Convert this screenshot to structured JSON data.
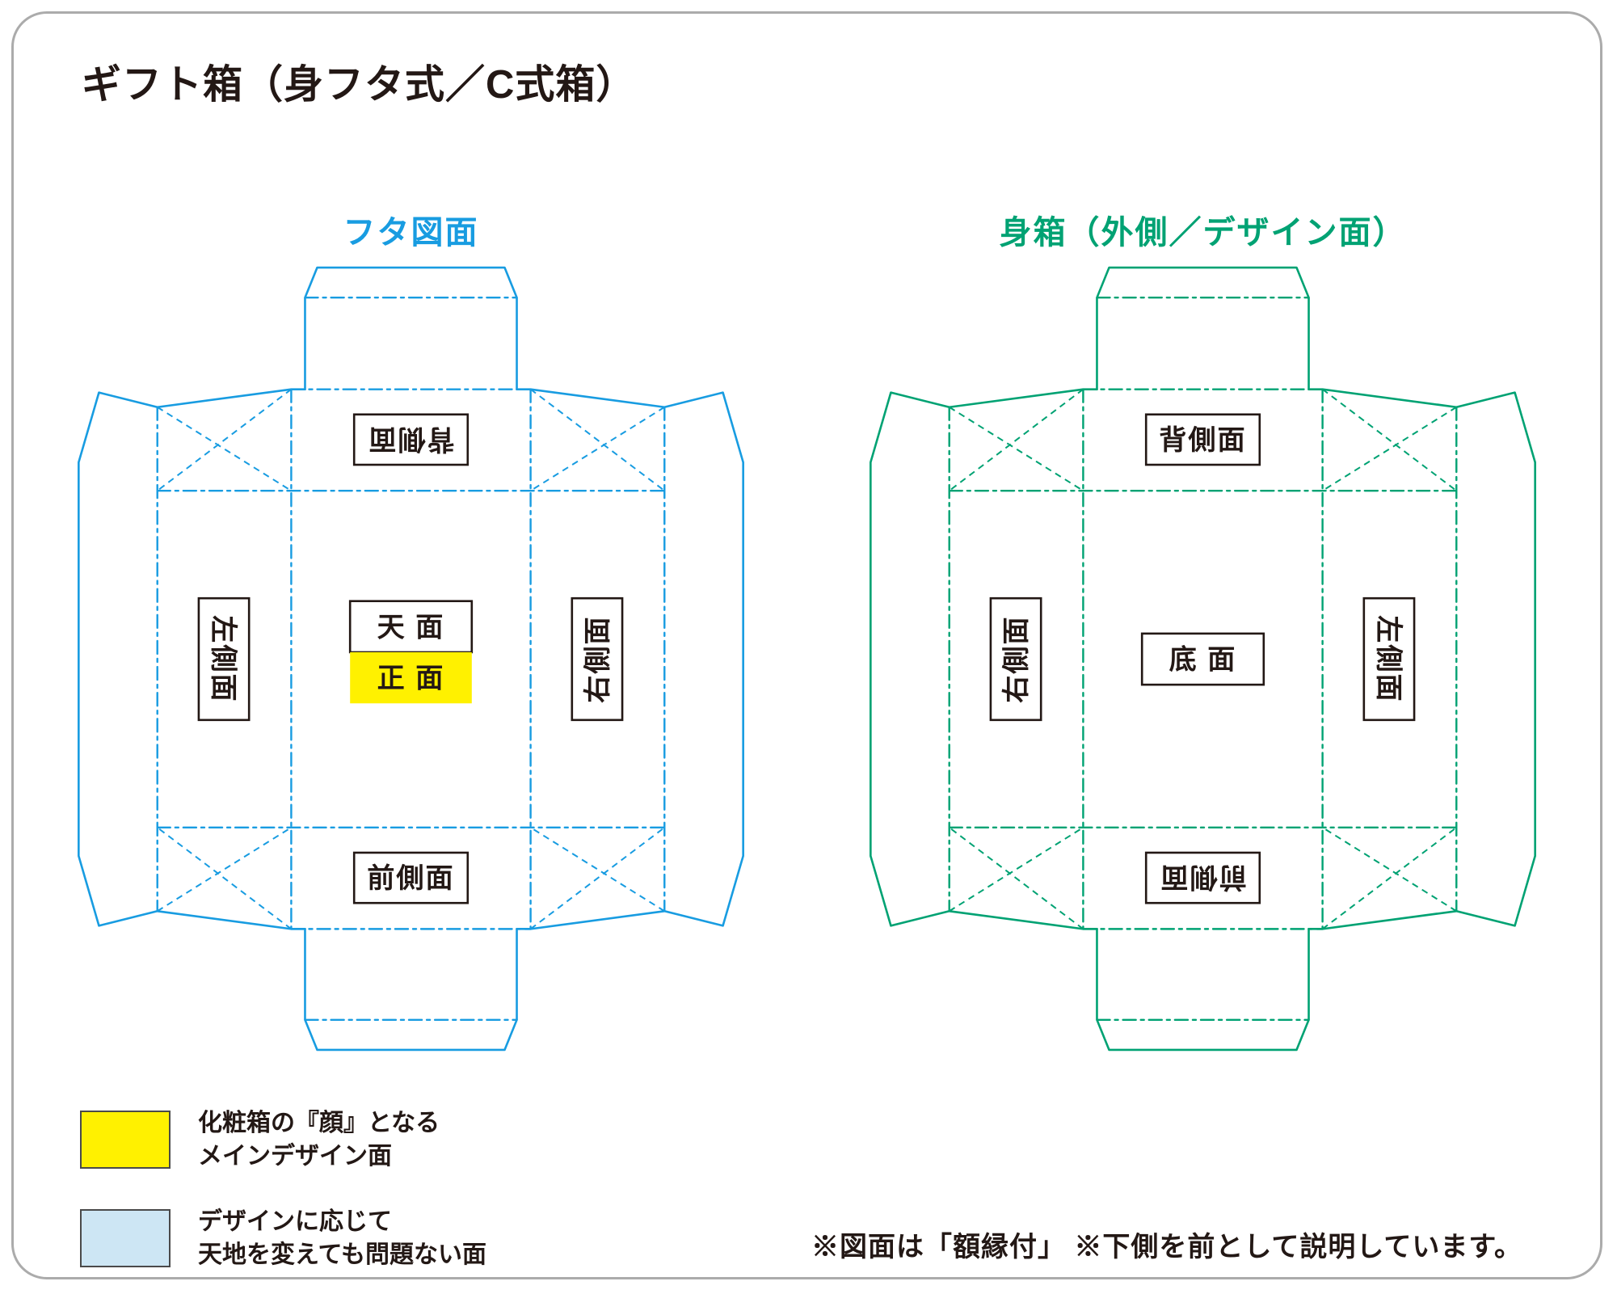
{
  "page": {
    "title": "ギフト箱（身フタ式／C式箱）"
  },
  "diagrams": {
    "lid": {
      "heading": "フタ図面",
      "color": "#189ce1",
      "highlight_color": "#fff100",
      "labels": {
        "top": "背側面",
        "center_upper": "天 面",
        "center_lower": "正 面",
        "left": "左側面",
        "right": "右側面",
        "bottom": "前側面"
      }
    },
    "body": {
      "heading": "身箱（外側／デザイン面）",
      "color": "#00a273",
      "labels": {
        "top": "背側面",
        "center": "底 面",
        "left": "右側面",
        "right": "左側面",
        "bottom": "前側面"
      }
    }
  },
  "legend": [
    {
      "swatch_color": "#fff100",
      "lines": [
        "化粧箱の『顔』となる",
        "メインデザイン面"
      ]
    },
    {
      "swatch_color": "#cde6f4",
      "lines": [
        "デザインに応じて",
        "天地を変えても問題ない面"
      ]
    }
  ],
  "note": "※図面は「額縁付」 ※下側を前として説明しています。"
}
